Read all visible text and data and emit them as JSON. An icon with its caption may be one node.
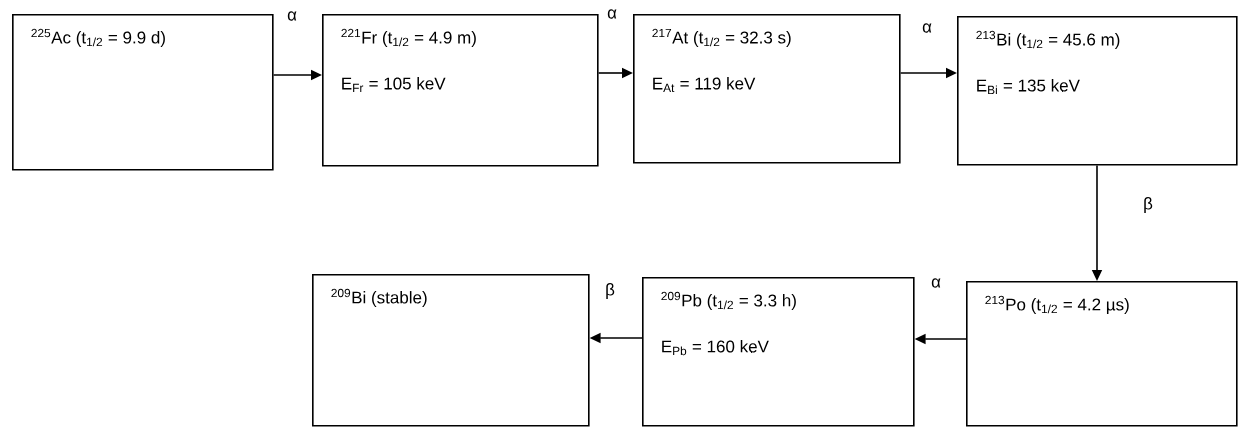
{
  "diagram": {
    "nodes": [
      {
        "text": [
          "$^{225}$Ac (t$_{1/2}$ = 9.9 d)"
        ]
      },
      {
        "text": [
          "$^{221}$Fr (t$_{1/2}$ = 4.9 m)",
          "E$_{Fr}$ = 105 keV"
        ]
      },
      {
        "text": [
          "$^{217}$At (t$_{1/2}$ = 32.3 s)",
          "E$_{At}$ = 119 keV"
        ]
      },
      {
        "text": [
          "$^{213}$Bi (t$_{1/2}$ = 45.6 m)",
          "E$_{Bi}$ = 135 keV"
        ]
      },
      {
        "text": [
          "$^{209}$Bi (stable)"
        ]
      },
      {
        "text": [
          "$^{209}$Pb (t$_{1/2}$ = 3.3 h)",
          "E$_{Pb}$ = 160 keV"
        ]
      },
      {
        "text": [
          "$^{213}$Po (t$_{1/2}$ = 4.2 µs)"
        ]
      }
    ],
    "edges": [
      {
        "from": 0,
        "to": 1,
        "arrow": "to",
        "label": "α"
      },
      {
        "from": 1,
        "to": 2,
        "arrow": "to",
        "label": "α"
      },
      {
        "from": 2,
        "to": 3,
        "arrow": "to",
        "label": "α"
      },
      {
        "from": 3,
        "to": 6,
        "arrow": "to",
        "label": "β"
      },
      {
        "from": 6,
        "to": 5,
        "arrow": "to",
        "label": "α"
      },
      {
        "from": 5,
        "to": 4,
        "arrow": "to",
        "label": "β"
      }
    ]
  }
}
